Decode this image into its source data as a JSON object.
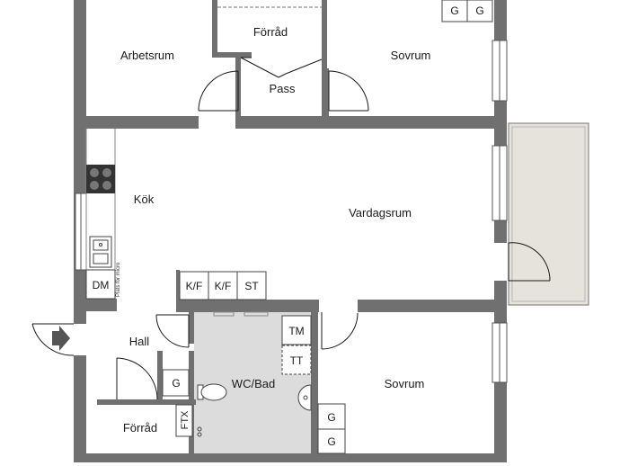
{
  "rooms": {
    "arbetsrum": "Arbetsrum",
    "forrad_top": "Förråd",
    "sovrum_top": "Sovrum",
    "pass": "Pass",
    "kok": "Kök",
    "vardagsrum": "Vardagsrum",
    "hall": "Hall",
    "wc_bad": "WC/Bad",
    "sovrum_bottom": "Sovrum",
    "forrad_bottom": "Förråd"
  },
  "fixtures": {
    "dm": "DM",
    "kf1": "K/F",
    "kf2": "K/F",
    "st": "ST",
    "tm": "TM",
    "tt": "TT",
    "g_top_1": "G",
    "g_top_2": "G",
    "g_hall": "G",
    "g_bottom_1": "G",
    "g_bottom_2": "G",
    "ftx": "FTX",
    "micro_note": "Plats för micro"
  },
  "colors": {
    "wall": "#707070",
    "wet_room": "#dcdcdc",
    "balcony": "#e6e2dc",
    "line": "#1a1a1a"
  }
}
